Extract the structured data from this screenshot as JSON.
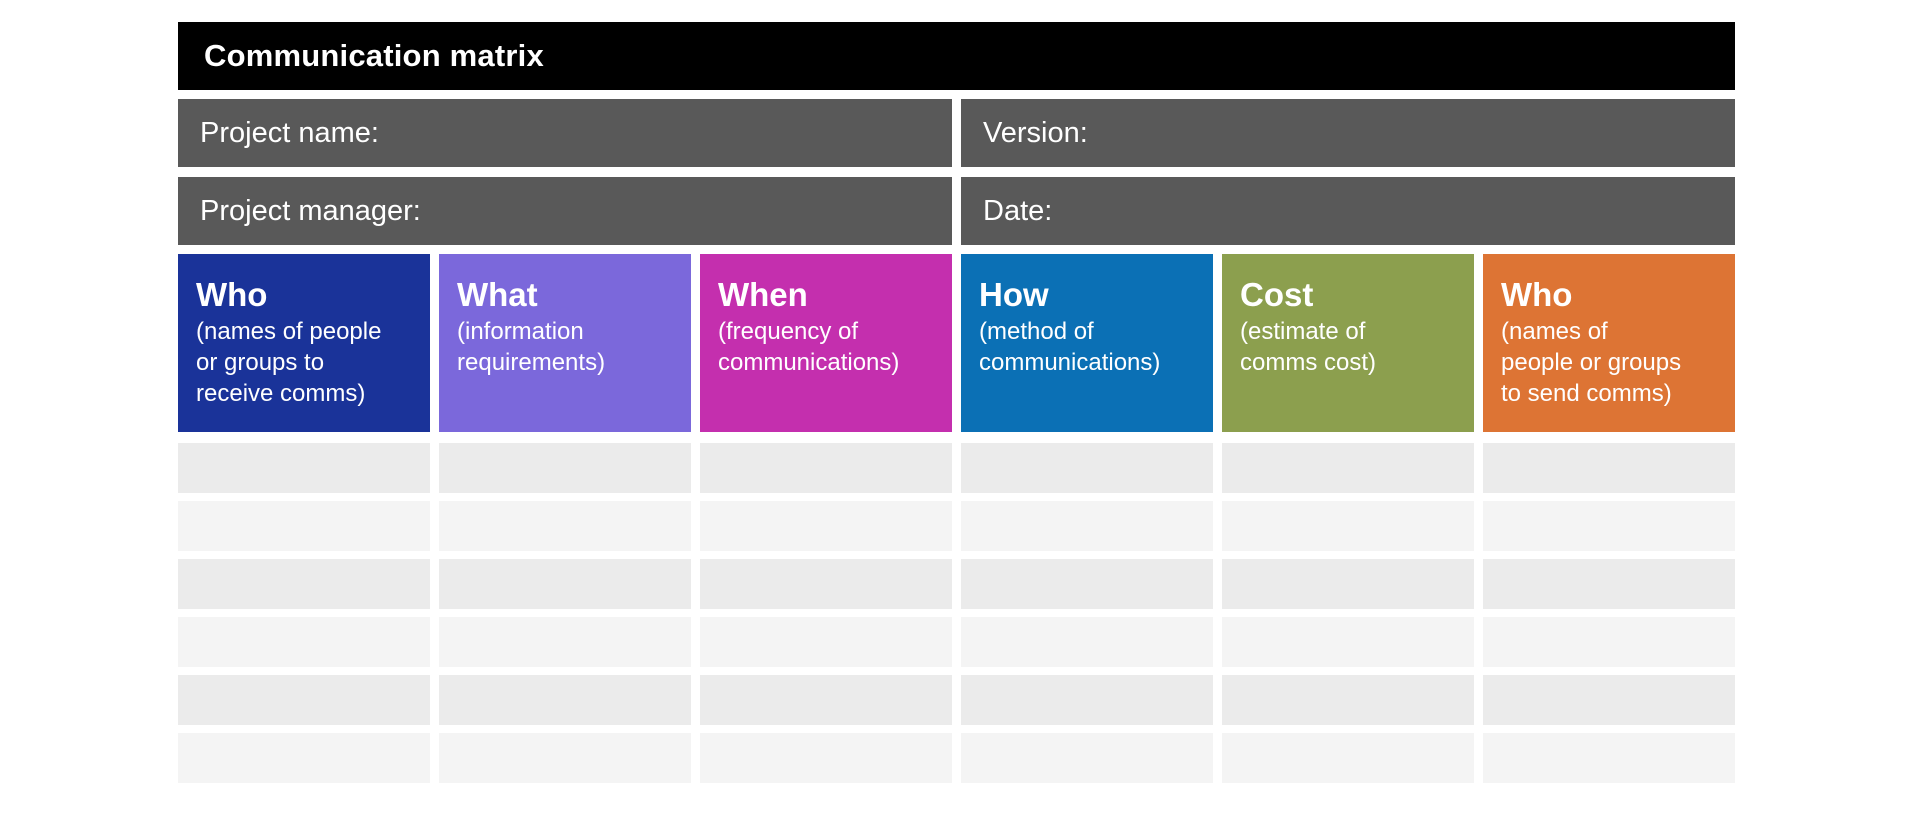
{
  "page": {
    "background": "#ffffff"
  },
  "title_bar": {
    "label": "Communication matrix",
    "bg": "#000000",
    "text_color": "#ffffff"
  },
  "info": {
    "bg": "#595959",
    "text_color": "#ffffff",
    "project_name_label": "Project name:",
    "version_label": "Version:",
    "project_manager_label": "Project manager:",
    "date_label": "Date:"
  },
  "columns": [
    {
      "id": "who-receive",
      "title": "Who",
      "subtitle": "(names of people\nor groups to\nreceive comms)",
      "color": "#1a3399"
    },
    {
      "id": "what",
      "title": "What",
      "subtitle": "(information\nrequirements)",
      "color": "#7b68db"
    },
    {
      "id": "when",
      "title": "When",
      "subtitle": "(frequency of\ncommunications)",
      "color": "#c42fae"
    },
    {
      "id": "how",
      "title": "How",
      "subtitle": "(method of\ncommunications)",
      "color": "#0b70b5"
    },
    {
      "id": "cost",
      "title": "Cost",
      "subtitle": "(estimate of\ncomms cost)",
      "color": "#8c9f4e"
    },
    {
      "id": "who-send",
      "title": "Who",
      "subtitle": "(names of\npeople or groups\nto send comms)",
      "color": "#dd7434"
    }
  ],
  "body": {
    "row_count": 6,
    "columns_per_row": 6,
    "row_colors_alternating": [
      "#ebebeb",
      "#f4f4f4"
    ],
    "cell_values": []
  }
}
